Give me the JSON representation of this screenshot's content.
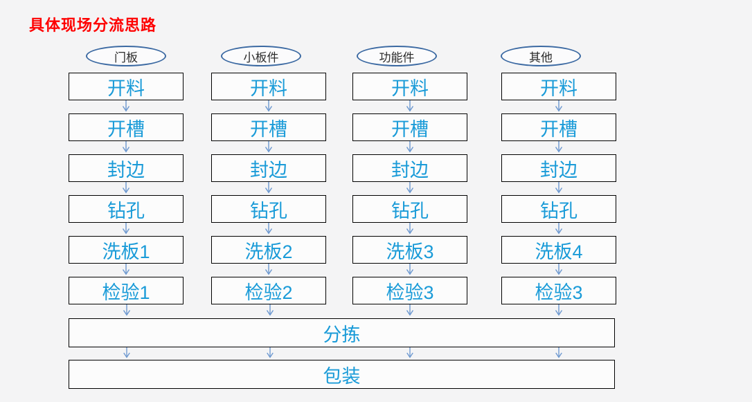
{
  "title": "具体现场分流思路",
  "flow": {
    "columns": [
      {
        "category": "门板",
        "steps": [
          "开料",
          "开槽",
          "封边",
          "钻孔",
          "洗板1",
          "检验1"
        ]
      },
      {
        "category": "小板件",
        "steps": [
          "开料",
          "开槽",
          "封边",
          "钻孔",
          "洗板2",
          "检验2"
        ]
      },
      {
        "category": "功能件",
        "steps": [
          "开料",
          "开槽",
          "封边",
          "钻孔",
          "洗板3",
          "检验3"
        ]
      },
      {
        "category": "其他",
        "steps": [
          "开料",
          "开槽",
          "封边",
          "钻孔",
          "洗板4",
          "检验3"
        ]
      }
    ],
    "shared_steps": [
      "分拣",
      "包装"
    ]
  },
  "icons": {
    "arrow": "down-arrow-icon"
  },
  "colors": {
    "title_red": "#fe0000",
    "step_text_blue": "#1a9bd8",
    "oval_border_blue": "#3b69a2",
    "arrow_blue": "#6b97cf",
    "box_border": "#000000",
    "background": "#f4f4f5"
  }
}
